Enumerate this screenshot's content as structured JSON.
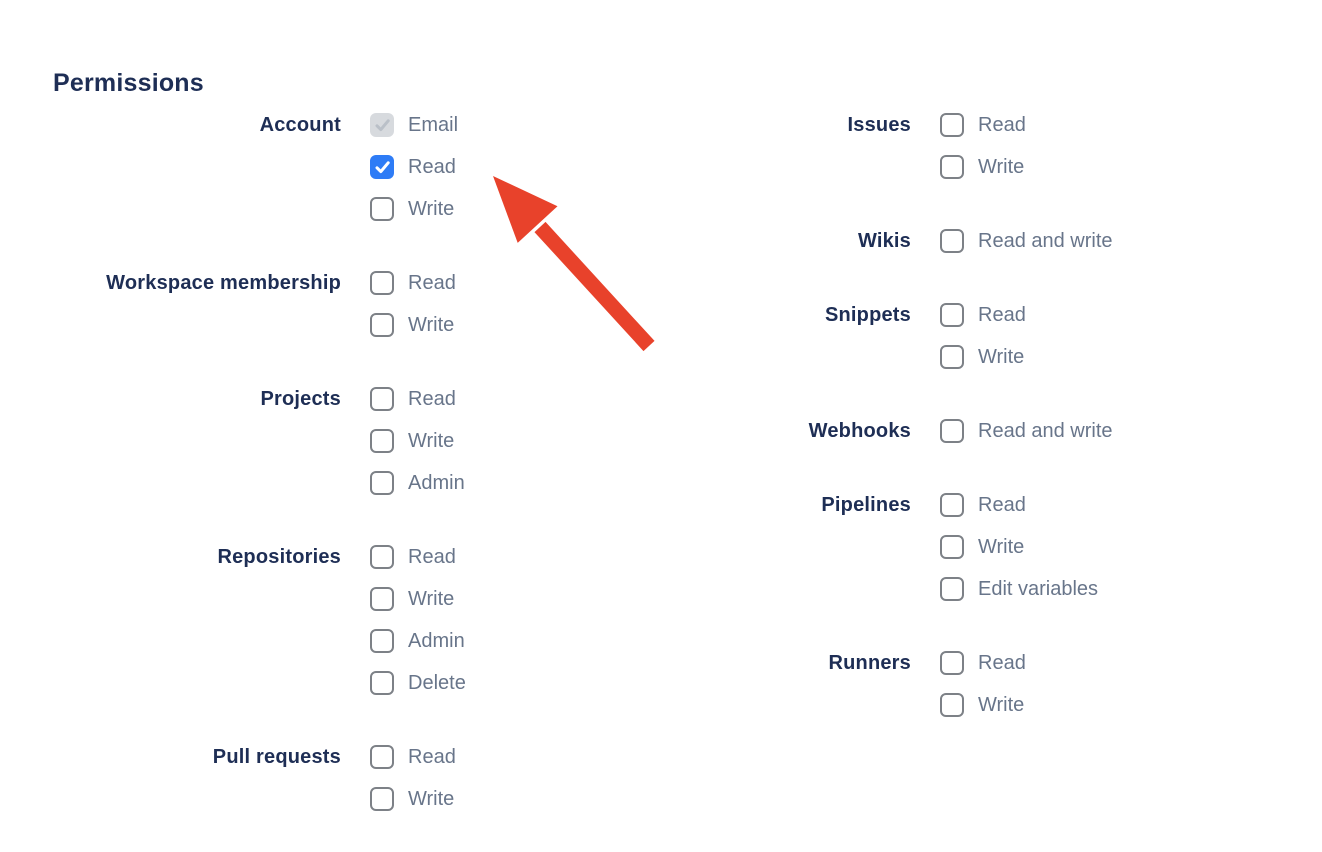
{
  "page": {
    "heading": "Permissions"
  },
  "colors": {
    "heading_text": "#1E2E55",
    "group_label_text": "#1E2E55",
    "option_label_text": "#68758A",
    "checkbox_checked_bg": "#2E7CF6",
    "checkbox_disabled_bg": "#D7DADE",
    "checkbox_disabled_check": "#BAC0C8",
    "checkbox_border": "#7D8187",
    "arrow": "#E8422B"
  },
  "columns": [
    {
      "name": "left",
      "groups": [
        {
          "label": "Account",
          "options": [
            {
              "label": "Email",
              "state": "checked_disabled"
            },
            {
              "label": "Read",
              "state": "checked"
            },
            {
              "label": "Write",
              "state": "unchecked"
            }
          ]
        },
        {
          "label": "Workspace membership",
          "options": [
            {
              "label": "Read",
              "state": "unchecked"
            },
            {
              "label": "Write",
              "state": "unchecked"
            }
          ]
        },
        {
          "label": "Projects",
          "options": [
            {
              "label": "Read",
              "state": "unchecked"
            },
            {
              "label": "Write",
              "state": "unchecked"
            },
            {
              "label": "Admin",
              "state": "unchecked"
            }
          ]
        },
        {
          "label": "Repositories",
          "options": [
            {
              "label": "Read",
              "state": "unchecked"
            },
            {
              "label": "Write",
              "state": "unchecked"
            },
            {
              "label": "Admin",
              "state": "unchecked"
            },
            {
              "label": "Delete",
              "state": "unchecked"
            }
          ]
        },
        {
          "label": "Pull requests",
          "options": [
            {
              "label": "Read",
              "state": "unchecked"
            },
            {
              "label": "Write",
              "state": "unchecked"
            }
          ]
        }
      ]
    },
    {
      "name": "right",
      "groups": [
        {
          "label": "Issues",
          "options": [
            {
              "label": "Read",
              "state": "unchecked"
            },
            {
              "label": "Write",
              "state": "unchecked"
            }
          ]
        },
        {
          "label": "Wikis",
          "options": [
            {
              "label": "Read and write",
              "state": "unchecked"
            }
          ]
        },
        {
          "label": "Snippets",
          "options": [
            {
              "label": "Read",
              "state": "unchecked"
            },
            {
              "label": "Write",
              "state": "unchecked"
            }
          ]
        },
        {
          "label": "Webhooks",
          "options": [
            {
              "label": "Read and write",
              "state": "unchecked"
            }
          ]
        },
        {
          "label": "Pipelines",
          "options": [
            {
              "label": "Read",
              "state": "unchecked"
            },
            {
              "label": "Write",
              "state": "unchecked"
            },
            {
              "label": "Edit variables",
              "state": "unchecked"
            }
          ]
        },
        {
          "label": "Runners",
          "options": [
            {
              "label": "Read",
              "state": "unchecked"
            },
            {
              "label": "Write",
              "state": "unchecked"
            }
          ]
        }
      ]
    }
  ],
  "annotation": {
    "type": "arrow",
    "color": "#E8422B",
    "points_at": "account-read-checkbox"
  }
}
